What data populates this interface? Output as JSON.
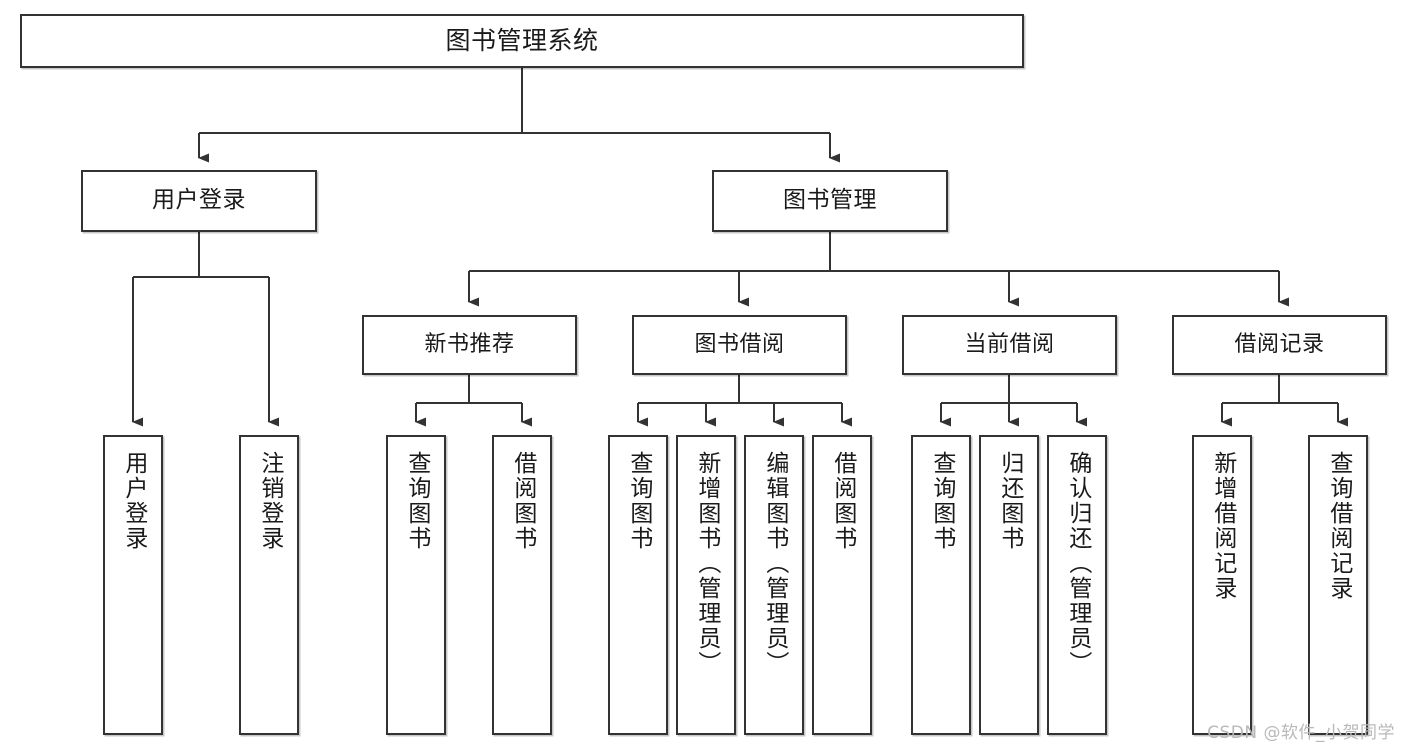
{
  "diagram": {
    "title": "图书管理系统",
    "watermark": "CSDN @软件_小贺同学",
    "line_color": "#333333",
    "box_fill": "#ffffff",
    "text_color": "#1a1a1a",
    "nodes": {
      "root": {
        "label": "图书管理系统"
      },
      "level1": [
        {
          "label": "用户登录"
        },
        {
          "label": "图书管理"
        }
      ],
      "level2": [
        {
          "label": "新书推荐"
        },
        {
          "label": "图书借阅"
        },
        {
          "label": "当前借阅"
        },
        {
          "label": "借阅记录"
        }
      ],
      "leaves": {
        "user_login": [
          {
            "label": "用户登录"
          },
          {
            "label": "注销登录"
          }
        ],
        "new_book_recommend": [
          {
            "label": "查询图书"
          },
          {
            "label": "借阅图书"
          }
        ],
        "book_borrow": [
          {
            "label": "查询图书"
          },
          {
            "label": "新增图书（管理员）"
          },
          {
            "label": "编辑图书（管理员）"
          },
          {
            "label": "借阅图书"
          }
        ],
        "current_borrow": [
          {
            "label": "查询图书"
          },
          {
            "label": "归还图书"
          },
          {
            "label": "确认归还（管理员）"
          }
        ],
        "borrow_records": [
          {
            "label": "新增借阅记录"
          },
          {
            "label": "查询借阅记录"
          }
        ]
      }
    }
  }
}
